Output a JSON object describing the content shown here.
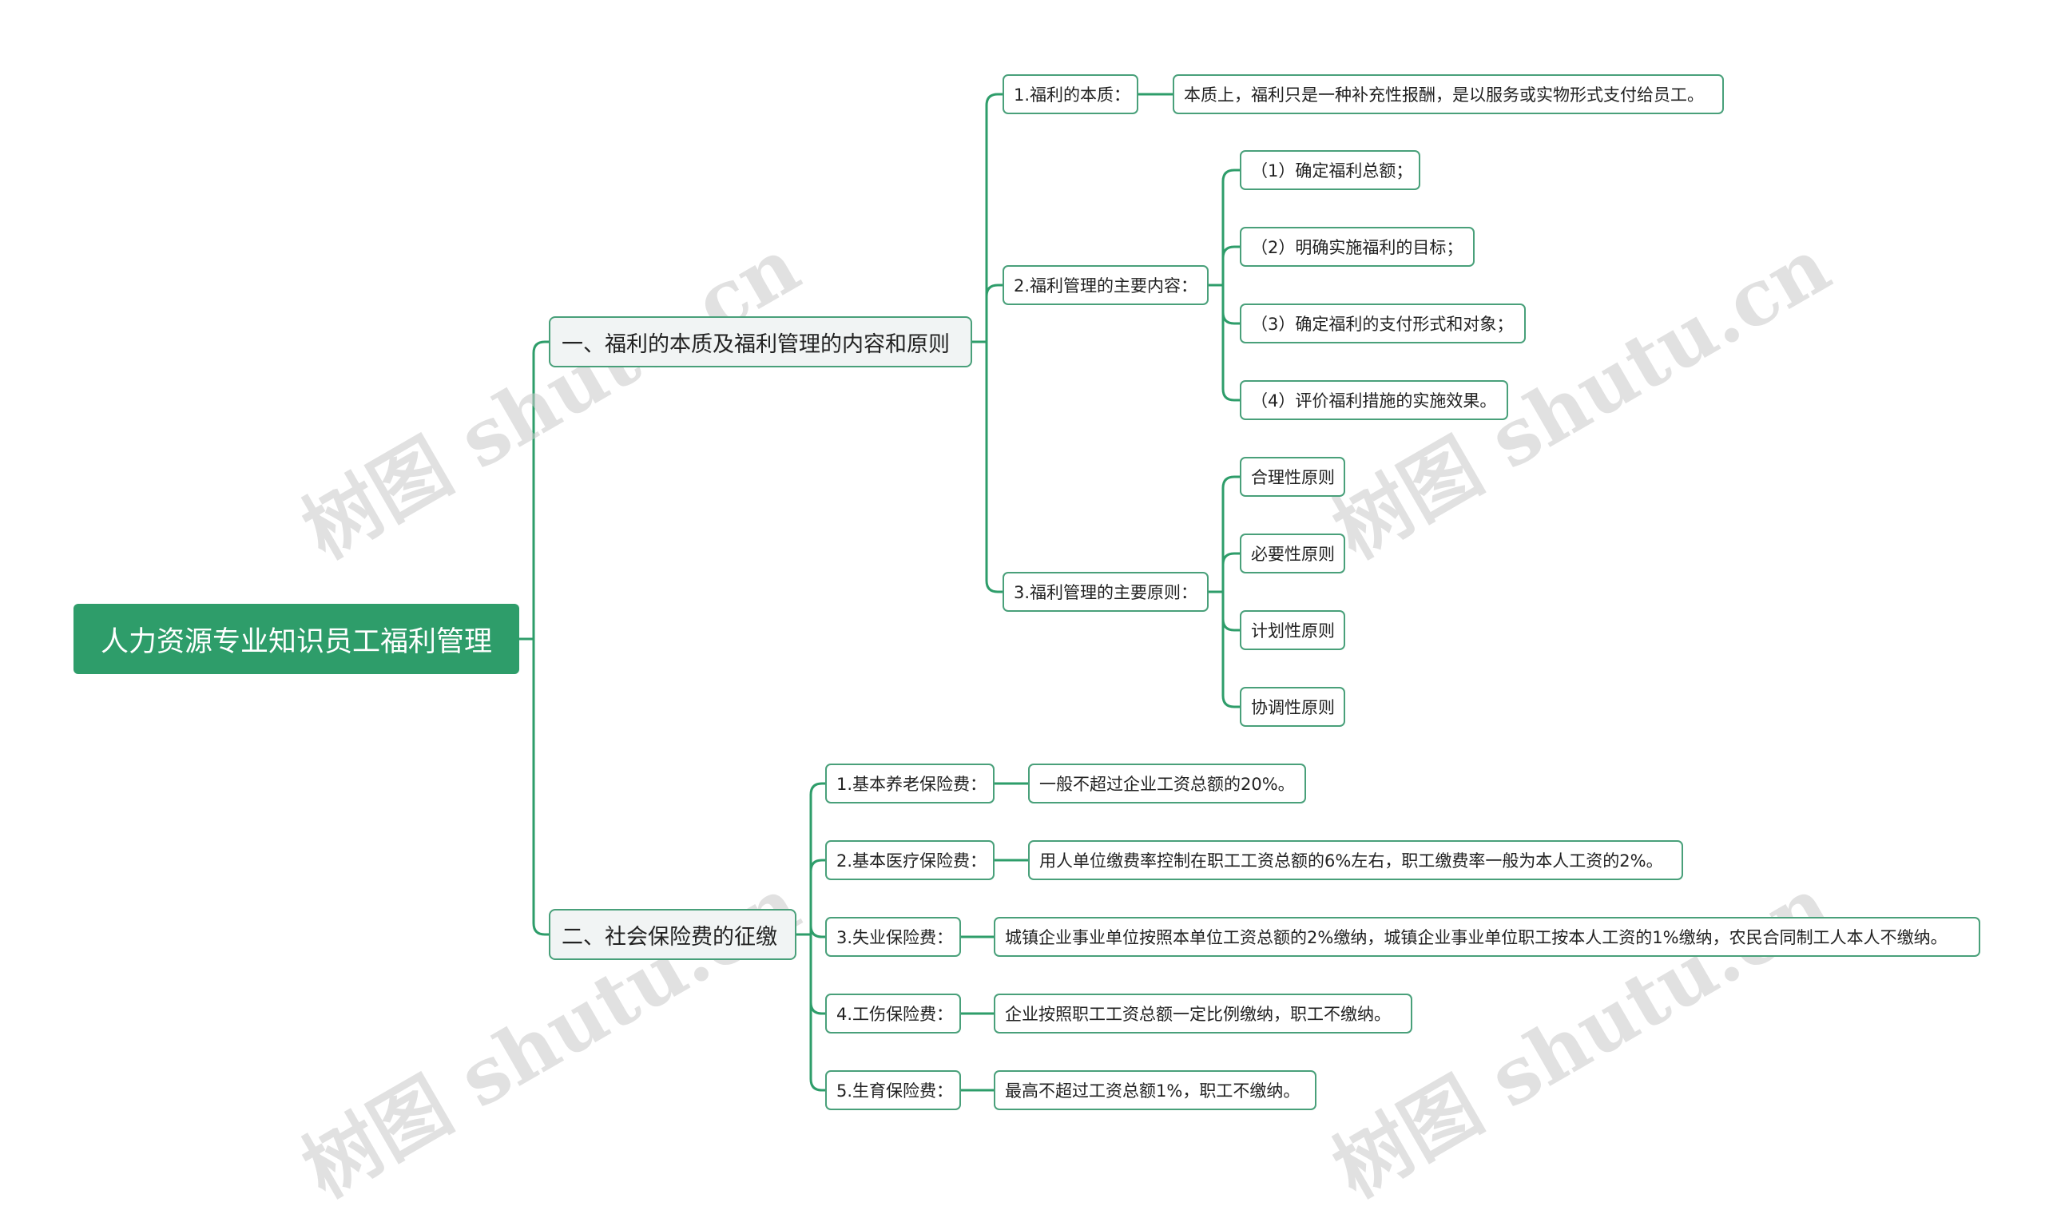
{
  "root": {
    "label": "人力资源专业知识员工福利管理"
  },
  "branch1": {
    "label": "一、福利的本质及福利管理的内容和原则",
    "essence": {
      "label": "1.福利的本质：",
      "detail": "本质上，福利只是一种补充性报酬，是以服务或实物形式支付给员工。"
    },
    "content": {
      "label": "2.福利管理的主要内容：",
      "items": [
        "（1）确定福利总额；",
        "（2）明确实施福利的目标；",
        "（3）确定福利的支付形式和对象；",
        "（4）评价福利措施的实施效果。"
      ]
    },
    "principles": {
      "label": "3.福利管理的主要原则：",
      "items": [
        "合理性原则",
        "必要性原则",
        "计划性原则",
        "协调性原则"
      ]
    }
  },
  "branch2": {
    "label": "二、社会保险费的征缴",
    "items": [
      {
        "label": "1.基本养老保险费：",
        "detail": "一般不超过企业工资总额的20%。"
      },
      {
        "label": "2.基本医疗保险费：",
        "detail": "用人单位缴费率控制在职工工资总额的6%左右，职工缴费率一般为本人工资的2%。"
      },
      {
        "label": "3.失业保险费：",
        "detail": "城镇企业事业单位按照本单位工资总额的2%缴纳，城镇企业事业单位职工按本人工资的1%缴纳，农民合同制工人本人不缴纳。"
      },
      {
        "label": "4.工伤保险费：",
        "detail": "企业按照职工工资总额一定比例缴纳，职工不缴纳。"
      },
      {
        "label": "5.生育保险费：",
        "detail": "最高不超过工资总额1%，职工不缴纳。"
      }
    ]
  },
  "watermark": "树图 shutu.cn",
  "colors": {
    "line": "#2e9d6a",
    "root_fill": "#2e9d6a",
    "node_border": "#49a07a",
    "l1_fill": "#f1f4f4"
  }
}
